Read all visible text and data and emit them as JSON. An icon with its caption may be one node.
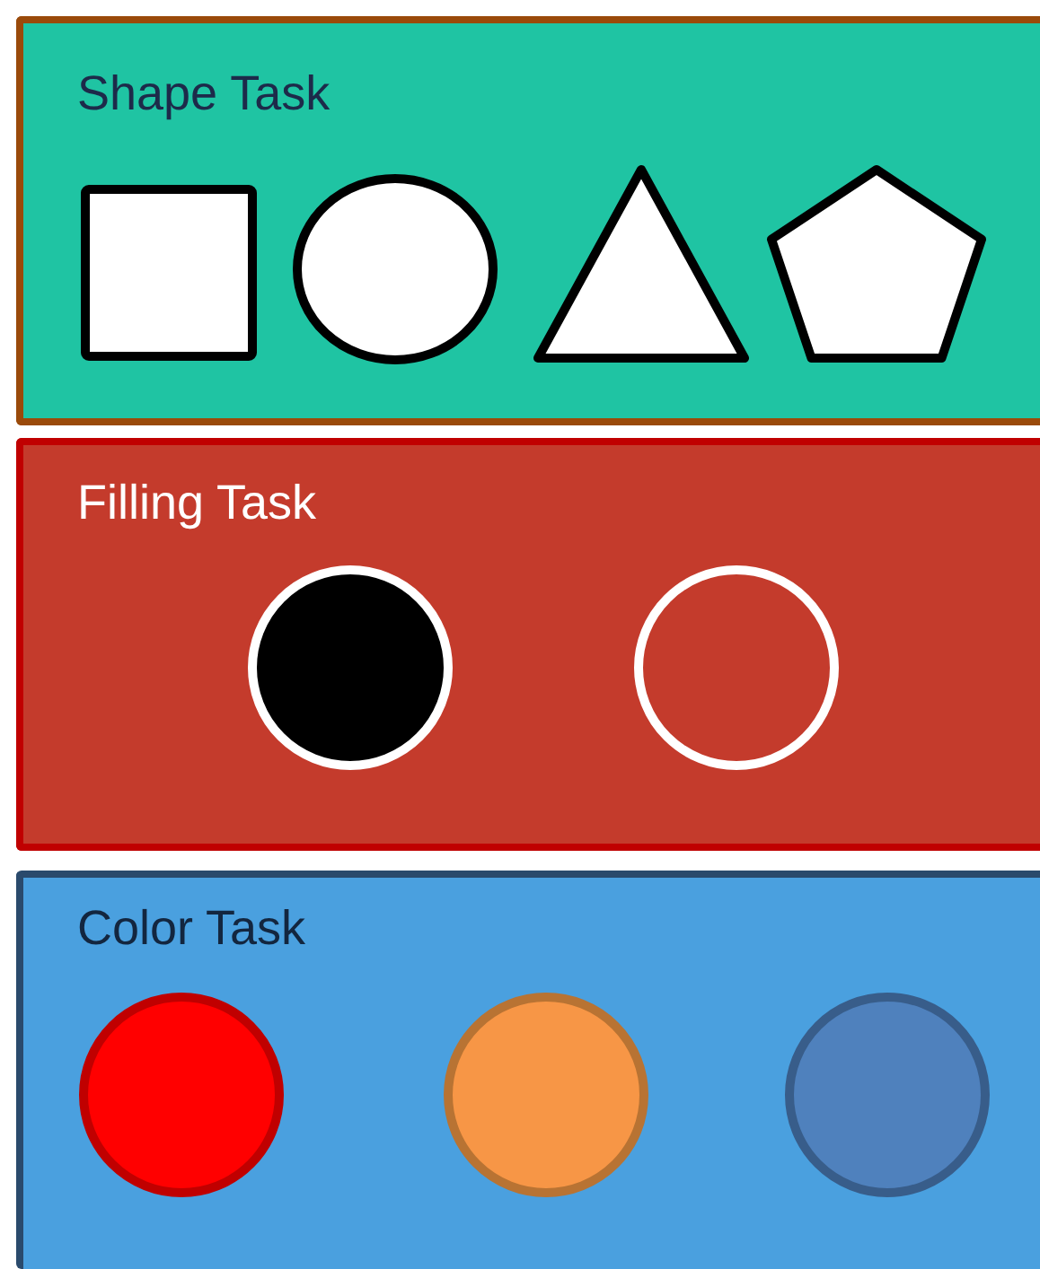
{
  "diagram": {
    "nodes": [
      {
        "text": [
          "Shape Task"
        ]
      },
      {
        "text": [],
        "shape": "box",
        "in": 0
      },
      {
        "text": [],
        "shape": "circle",
        "in": 0
      },
      {
        "text": [],
        "shape": "triangle",
        "in": 0
      },
      {
        "text": [],
        "shape": "pentagon",
        "in": 0
      },
      {
        "text": [
          "Filling Task"
        ]
      },
      {
        "text": [],
        "shape": "circle",
        "in": 5
      },
      {
        "text": [],
        "shape": "circle",
        "in": 5
      },
      {
        "text": [
          "Color Task"
        ]
      },
      {
        "text": [],
        "shape": "circle",
        "in": 8
      },
      {
        "text": [],
        "shape": "circle",
        "in": 8
      },
      {
        "text": [],
        "shape": "circle",
        "in": 8
      }
    ]
  }
}
